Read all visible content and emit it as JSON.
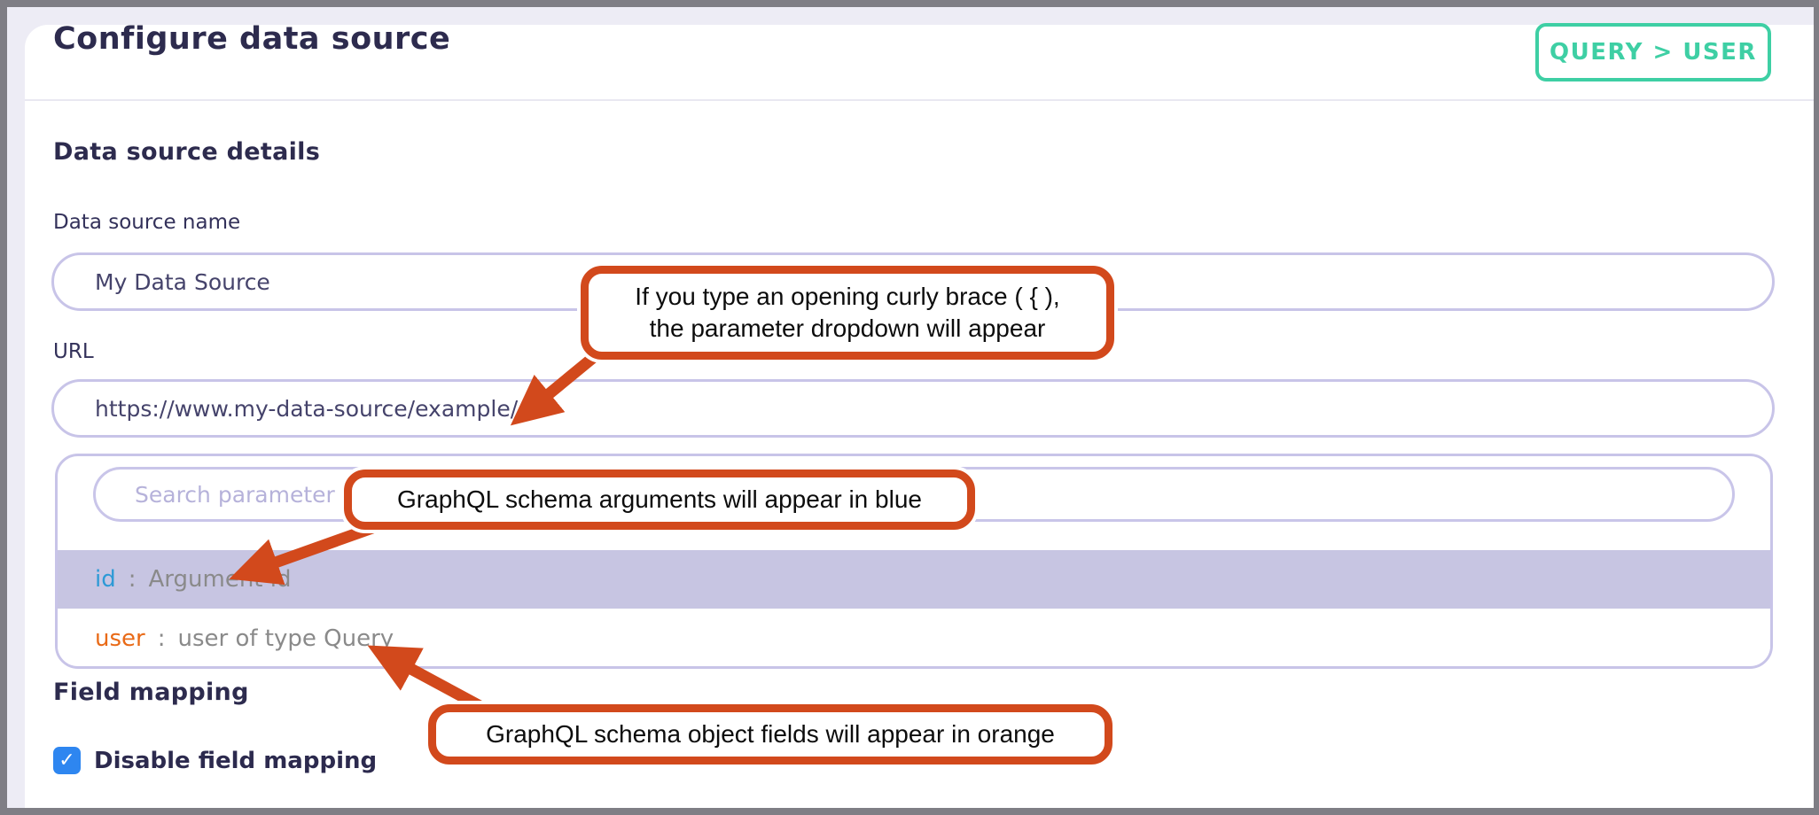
{
  "header": {
    "title": "Configure data source",
    "badge": "QUERY > USER"
  },
  "sections": {
    "details_title": "Data source details",
    "field_mapping_title": "Field mapping"
  },
  "fields": {
    "name": {
      "label": "Data source name",
      "value": "My Data Source"
    },
    "url": {
      "label": "URL",
      "value": "https://www.my-data-source/example/"
    }
  },
  "dropdown": {
    "search_placeholder": "Search parameter",
    "items": [
      {
        "name": "id",
        "separator": ":",
        "description": "Argument id",
        "kind": "graphql-argument",
        "highlighted": true
      },
      {
        "name": "user",
        "separator": ":",
        "description": "user of type Query",
        "kind": "graphql-object-field",
        "highlighted": false
      }
    ]
  },
  "field_mapping": {
    "checkbox_label": "Disable field mapping",
    "checked": true,
    "checkmark": "✓"
  },
  "callouts": [
    {
      "id": "curly-brace-hint",
      "lines": [
        "If you type an opening curly brace ( { ),",
        "the parameter dropdown will appear"
      ]
    },
    {
      "id": "arguments-blue-hint",
      "lines": [
        "GraphQL schema arguments will appear in blue"
      ]
    },
    {
      "id": "object-fields-orange-hint",
      "lines": [
        "GraphQL schema object fields will appear in orange"
      ]
    }
  ],
  "colors": {
    "accent_teal": "#3ecfa4",
    "callout_orange": "#d2491c",
    "argument_blue": "#2e9ad6",
    "object_field_orange": "#e96a17",
    "highlight_row": "#c7c5e2",
    "checkbox_blue": "#2e86f0",
    "heading_navy": "#2d2b4e"
  }
}
